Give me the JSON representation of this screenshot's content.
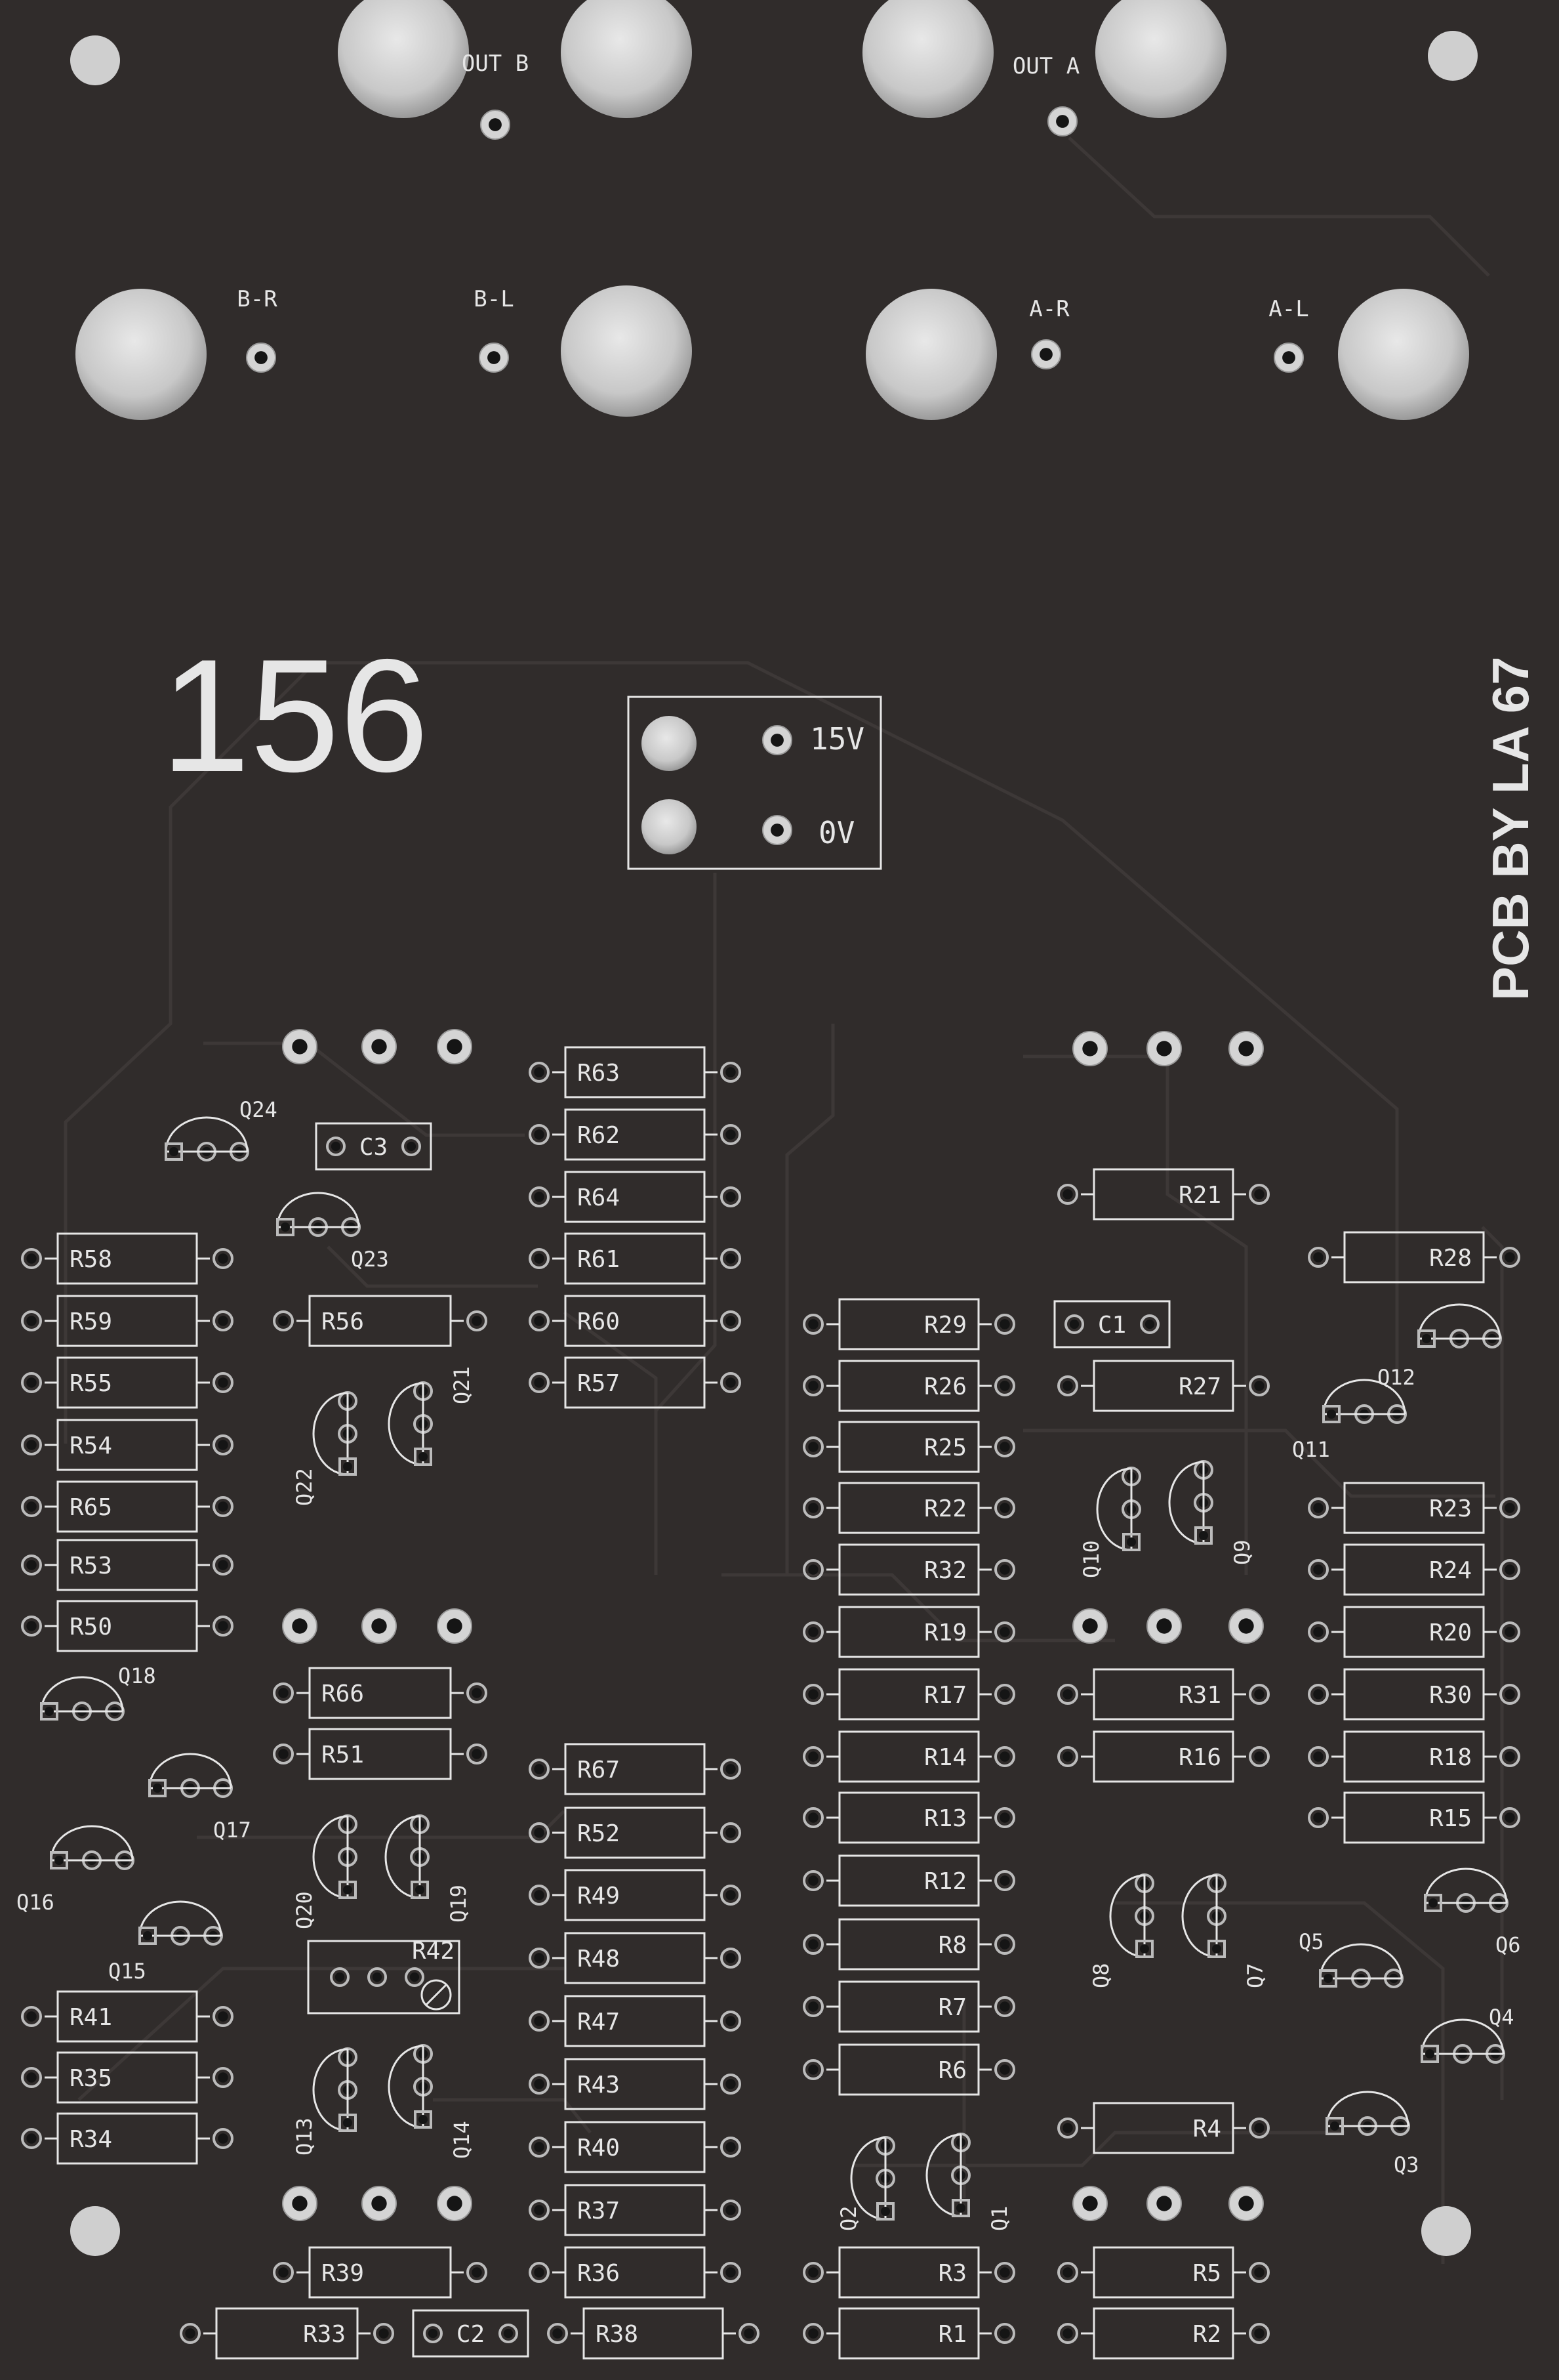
{
  "board": {
    "model_number": "156",
    "credit": "PCB  BY  LA 67",
    "colors": {
      "substrate": "#302c2b",
      "trace": "#3d3837",
      "silkscreen": "#e6e6e6",
      "pad_ring": "#c9c9c9",
      "pad_hole": "#151515",
      "mount_hole": "#cfcfcf"
    }
  },
  "jacks": {
    "out_b": "OUT B",
    "out_a": "OUT A",
    "b_r": "B-R",
    "b_l": "B-L",
    "a_r": "A-R",
    "a_l": "A-L"
  },
  "power": {
    "v15": "15V",
    "v0": "0V"
  },
  "resistors": {
    "R1": "R1",
    "R2": "R2",
    "R3": "R3",
    "R4": "R4",
    "R5": "R5",
    "R6": "R6",
    "R7": "R7",
    "R8": "R8",
    "R12": "R12",
    "R13": "R13",
    "R14": "R14",
    "R15": "R15",
    "R16": "R16",
    "R17": "R17",
    "R18": "R18",
    "R19": "R19",
    "R20": "R20",
    "R21": "R21",
    "R22": "R22",
    "R23": "R23",
    "R24": "R24",
    "R25": "R25",
    "R26": "R26",
    "R27": "R27",
    "R28": "R28",
    "R29": "R29",
    "R30": "R30",
    "R31": "R31",
    "R32": "R32",
    "R33": "R33",
    "R34": "R34",
    "R35": "R35",
    "R36": "R36",
    "R37": "R37",
    "R38": "R38",
    "R39": "R39",
    "R40": "R40",
    "R41": "R41",
    "R42": "R42",
    "R43": "R43",
    "R47": "R47",
    "R48": "R48",
    "R49": "R49",
    "R50": "R50",
    "R51": "R51",
    "R52": "R52",
    "R53": "R53",
    "R54": "R54",
    "R55": "R55",
    "R56": "R56",
    "R57": "R57",
    "R58": "R58",
    "R59": "R59",
    "R60": "R60",
    "R61": "R61",
    "R62": "R62",
    "R63": "R63",
    "R64": "R64",
    "R65": "R65",
    "R66": "R66",
    "R67": "R67"
  },
  "capacitors": {
    "C1": "C1",
    "C2": "C2",
    "C3": "C3"
  },
  "transistors": {
    "Q1": "Q1",
    "Q2": "Q2",
    "Q3": "Q3",
    "Q4": "Q4",
    "Q5": "Q5",
    "Q6": "Q6",
    "Q7": "Q7",
    "Q8": "Q8",
    "Q9": "Q9",
    "Q10": "Q10",
    "Q11": "Q11",
    "Q12": "Q12",
    "Q13": "Q13",
    "Q14": "Q14",
    "Q15": "Q15",
    "Q16": "Q16",
    "Q17": "Q17",
    "Q18": "Q18",
    "Q19": "Q19",
    "Q20": "Q20",
    "Q21": "Q21",
    "Q22": "Q22",
    "Q23": "Q23",
    "Q24": "Q24"
  }
}
